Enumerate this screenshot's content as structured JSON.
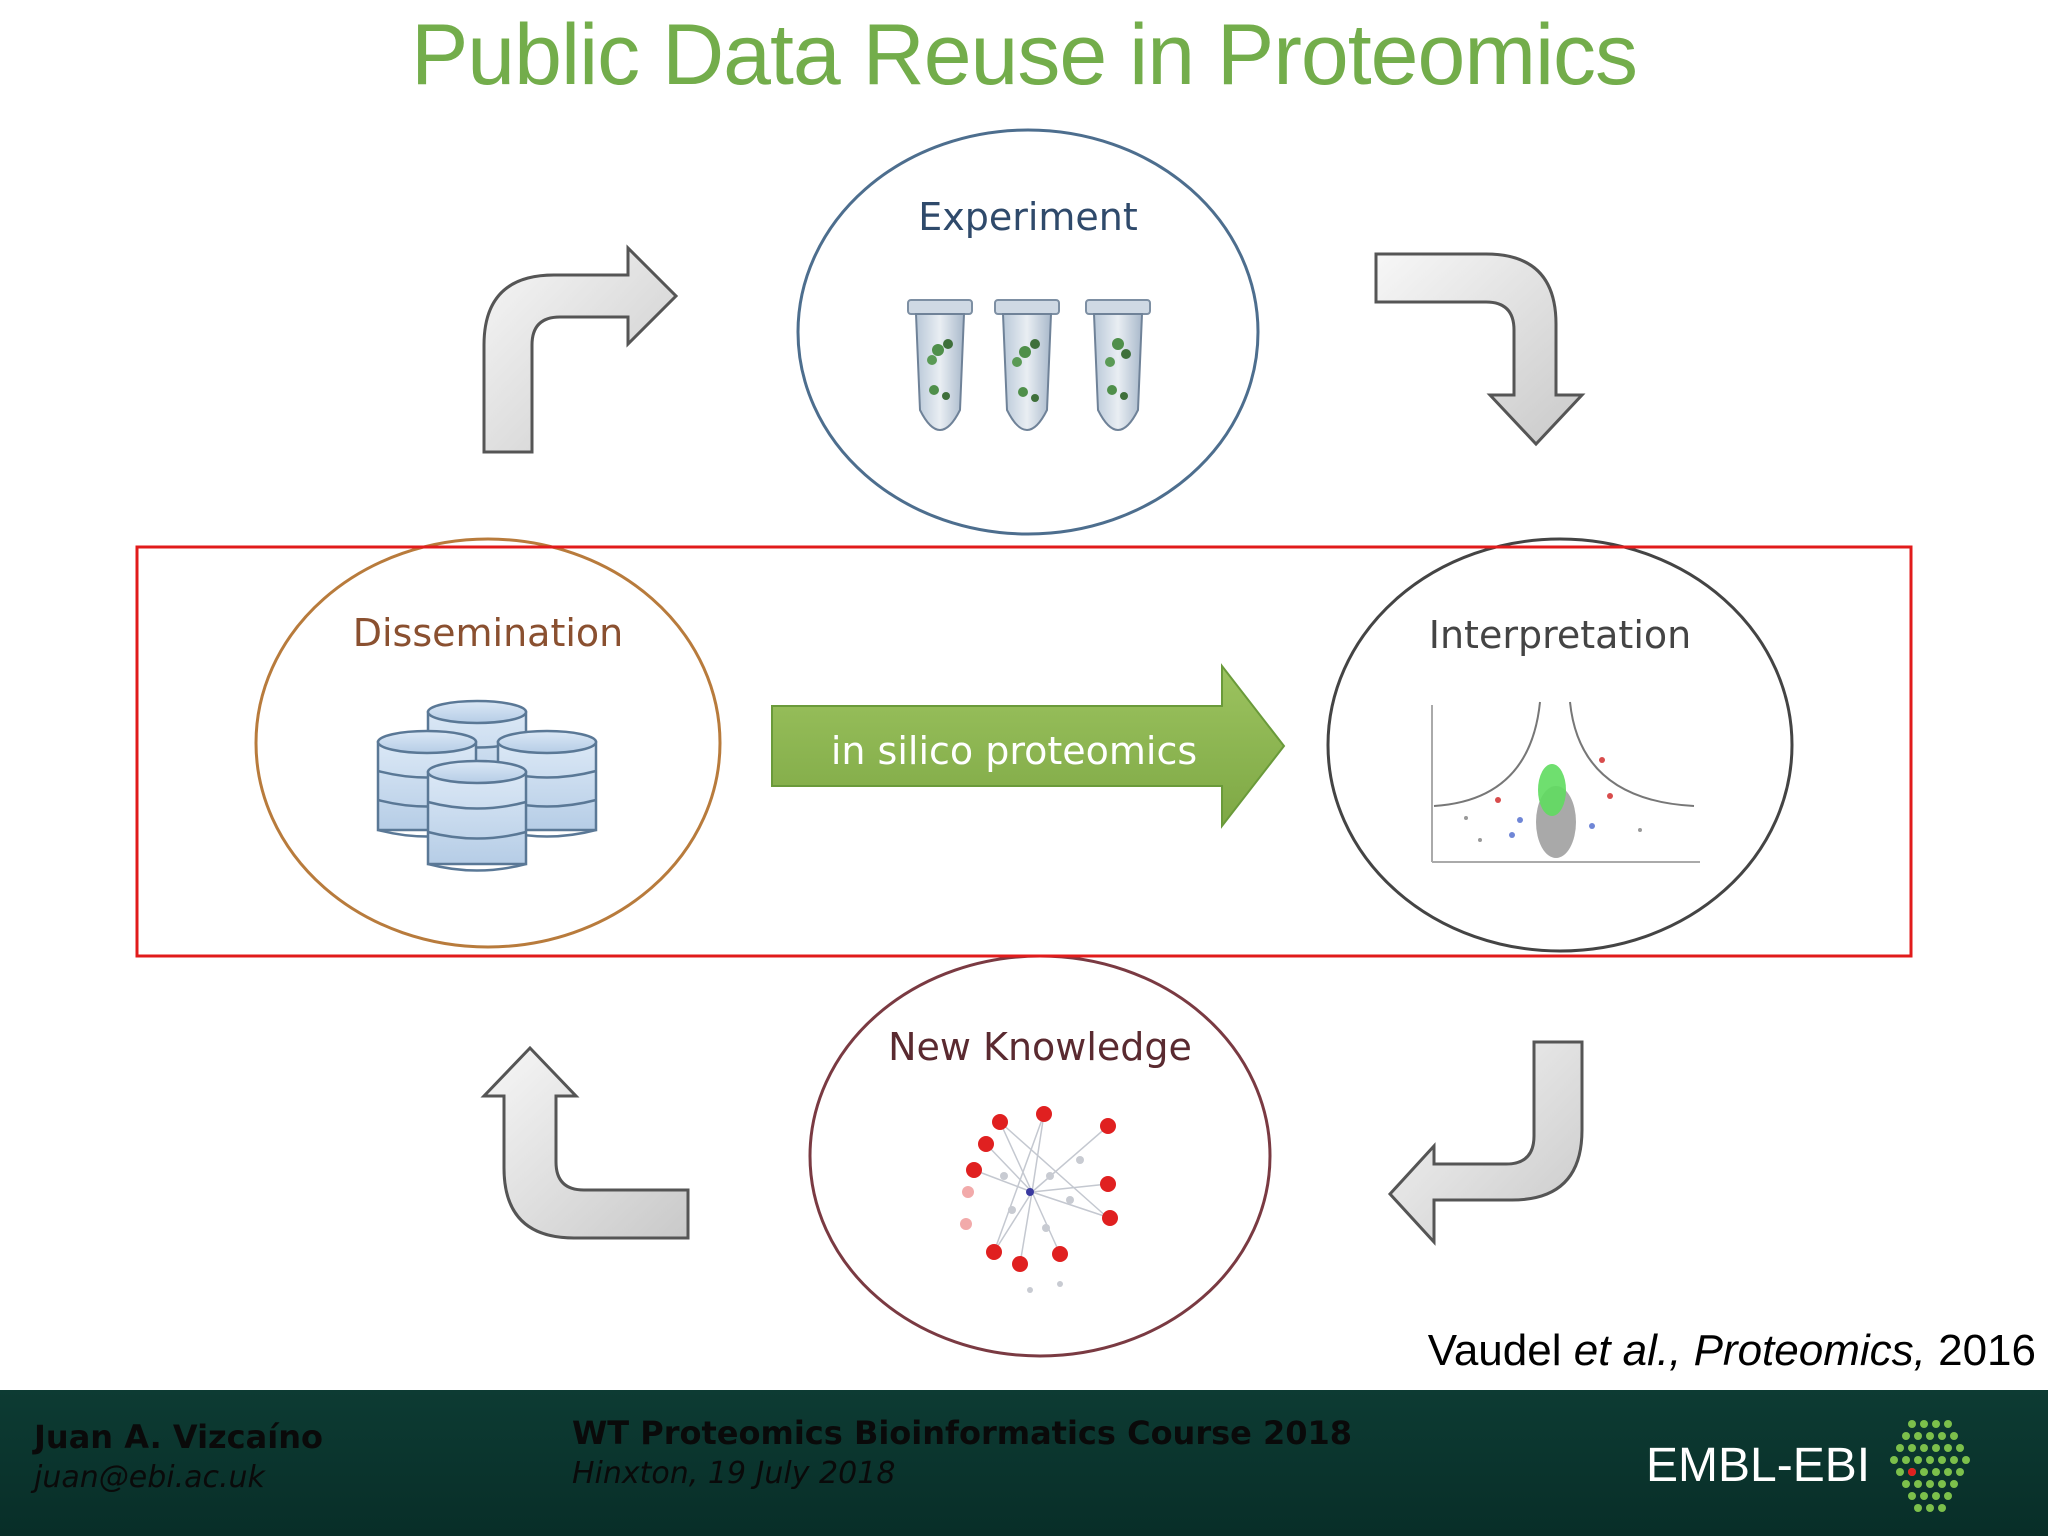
{
  "slide": {
    "title": "Public Data Reuse in Proteomics"
  },
  "diagram": {
    "nodes": {
      "experiment": "Experiment",
      "dissemination": "Dissemination",
      "interpretation": "Interpretation",
      "new_knowledge": "New Knowledge"
    },
    "center_arrow_label": "in silico proteomics",
    "colors": {
      "title": "#73ad4b",
      "experiment_ring": "#4d6e8e",
      "dissemination_ring": "#b87b3c",
      "interpretation_ring": "#444444",
      "knowledge_ring": "#7a3a42",
      "highlight_box": "#e11b1b",
      "center_arrow": "#8db454"
    }
  },
  "citation": {
    "authors": "Vaudel",
    "etal": "et al.,",
    "journal": "Proteomics,",
    "year": "2016"
  },
  "footer": {
    "name": "Juan A. Vizcaíno",
    "email": "juan@ebi.ac.uk",
    "course": "WT Proteomics Bioinformatics Course 2018",
    "place_date": "Hinxton, 19 July 2018",
    "logo": "EMBL-EBI"
  }
}
